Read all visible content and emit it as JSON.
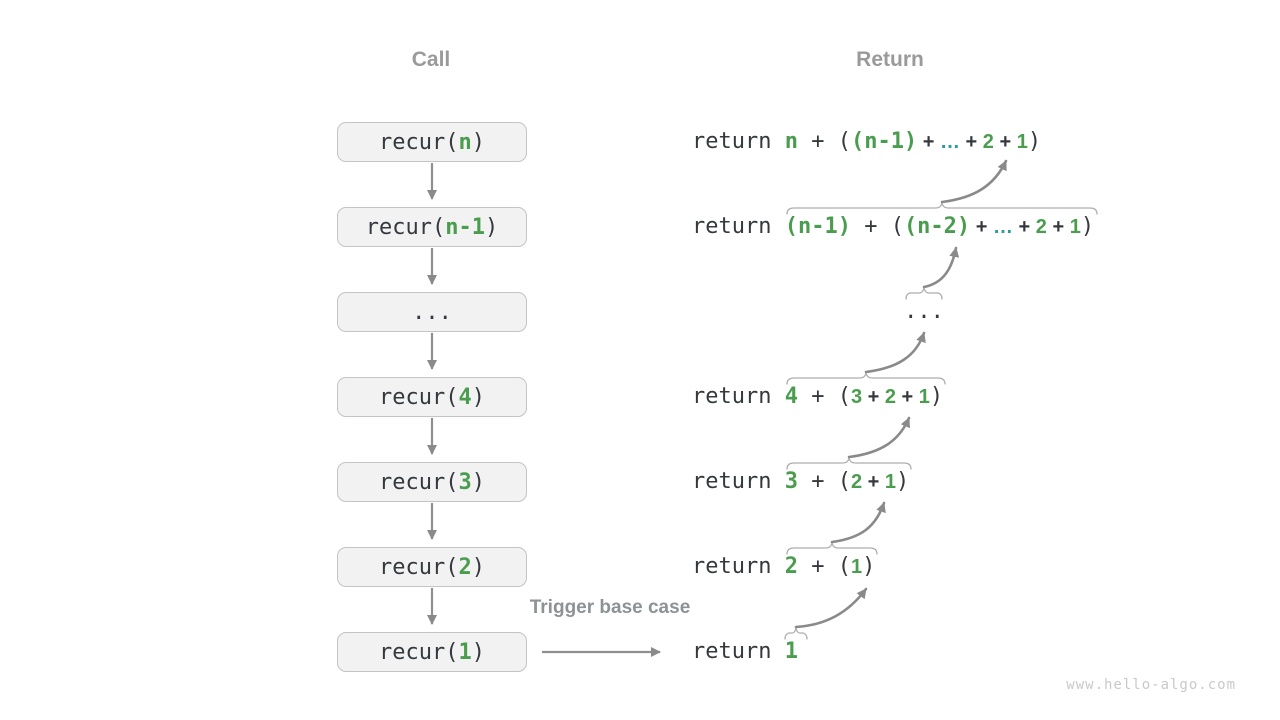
{
  "headers": {
    "call": "Call",
    "return": "Return"
  },
  "trigger": {
    "label": "Trigger base case"
  },
  "watermark": "www.hello-algo.com",
  "colors": {
    "code_text": "#35383d",
    "highlight_green": "#4a9d4f",
    "ellipsis_teal": "#2a9d96",
    "header_gray": "#9a9a9a",
    "arrow_gray": "#8a8a8a",
    "box_fill": "#f2f2f2",
    "box_border": "#c4c4c4"
  },
  "calls": [
    {
      "segments": [
        {
          "t": "code",
          "x": "recur("
        },
        {
          "t": "green",
          "x": "n"
        },
        {
          "t": "code",
          "x": ")"
        }
      ]
    },
    {
      "segments": [
        {
          "t": "code",
          "x": "recur("
        },
        {
          "t": "green",
          "x": "n-1"
        },
        {
          "t": "code",
          "x": ")"
        }
      ]
    },
    {
      "segments": [
        {
          "t": "code",
          "x": "..."
        }
      ]
    },
    {
      "segments": [
        {
          "t": "code",
          "x": "recur("
        },
        {
          "t": "green",
          "x": "4"
        },
        {
          "t": "code",
          "x": ")"
        }
      ]
    },
    {
      "segments": [
        {
          "t": "code",
          "x": "recur("
        },
        {
          "t": "green",
          "x": "3"
        },
        {
          "t": "code",
          "x": ")"
        }
      ]
    },
    {
      "segments": [
        {
          "t": "code",
          "x": "recur("
        },
        {
          "t": "green",
          "x": "2"
        },
        {
          "t": "code",
          "x": ")"
        }
      ]
    },
    {
      "segments": [
        {
          "t": "code",
          "x": "recur("
        },
        {
          "t": "green",
          "x": "1"
        },
        {
          "t": "code",
          "x": ")"
        }
      ]
    }
  ],
  "returns": [
    {
      "segments": [
        {
          "t": "code",
          "x": "return "
        },
        {
          "t": "green",
          "x": "n"
        },
        {
          "t": "code",
          "x": " + ("
        },
        {
          "t": "green",
          "x": "(n-1)"
        },
        {
          "t": "sum",
          "x": " + "
        },
        {
          "t": "sumteal",
          "x": "…"
        },
        {
          "t": "sum",
          "x": " + "
        },
        {
          "t": "sumgreen",
          "x": "2"
        },
        {
          "t": "sum",
          "x": " + "
        },
        {
          "t": "sumgreen",
          "x": "1"
        },
        {
          "t": "code",
          "x": ")"
        }
      ]
    },
    {
      "segments": [
        {
          "t": "code",
          "x": "return "
        },
        {
          "t": "green",
          "x": "(n-1)"
        },
        {
          "t": "code",
          "x": " + ("
        },
        {
          "t": "green",
          "x": "(n-2)"
        },
        {
          "t": "sum",
          "x": " + "
        },
        {
          "t": "sumteal",
          "x": "…"
        },
        {
          "t": "sum",
          "x": " + "
        },
        {
          "t": "sumgreen",
          "x": "2"
        },
        {
          "t": "sum",
          "x": " + "
        },
        {
          "t": "sumgreen",
          "x": "1"
        },
        {
          "t": "code",
          "x": ")"
        }
      ]
    },
    {
      "segments": [
        {
          "t": "code",
          "x": "..."
        }
      ]
    },
    {
      "segments": [
        {
          "t": "code",
          "x": "return "
        },
        {
          "t": "green",
          "x": "4"
        },
        {
          "t": "code",
          "x": " + ("
        },
        {
          "t": "sumgreen",
          "x": "3"
        },
        {
          "t": "sum",
          "x": " + "
        },
        {
          "t": "sumgreen",
          "x": "2"
        },
        {
          "t": "sum",
          "x": " + "
        },
        {
          "t": "sumgreen",
          "x": "1"
        },
        {
          "t": "code",
          "x": ")"
        }
      ]
    },
    {
      "segments": [
        {
          "t": "code",
          "x": "return "
        },
        {
          "t": "green",
          "x": "3"
        },
        {
          "t": "code",
          "x": " + ("
        },
        {
          "t": "sumgreen",
          "x": "2"
        },
        {
          "t": "sum",
          "x": " + "
        },
        {
          "t": "sumgreen",
          "x": "1"
        },
        {
          "t": "code",
          "x": ")"
        }
      ]
    },
    {
      "segments": [
        {
          "t": "code",
          "x": "return "
        },
        {
          "t": "green",
          "x": "2"
        },
        {
          "t": "code",
          "x": " + ("
        },
        {
          "t": "sumgreen",
          "x": "1"
        },
        {
          "t": "code",
          "x": ")"
        }
      ]
    },
    {
      "segments": [
        {
          "t": "code",
          "x": "return "
        },
        {
          "t": "green",
          "x": "1"
        }
      ]
    }
  ]
}
